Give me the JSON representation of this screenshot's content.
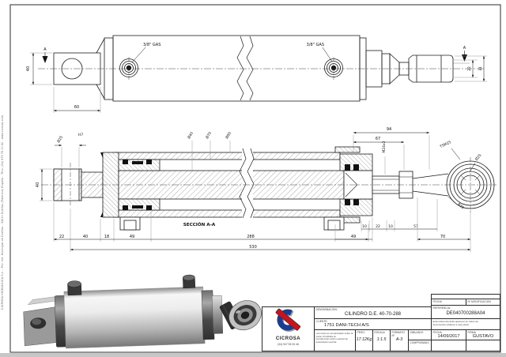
{
  "sheet": {
    "edge_note": "CICROSA HIDRAULICA S.L. - Pol. Ind. Municipal de Dueñas - 34210 Dueñas (Palencia) España - Tfno: (34) 979 76 10 62 - www.cicrosa.com"
  },
  "top_view": {
    "port_left": "3/8\" GAS",
    "port_right": "3/8\" GAS",
    "marker_left": "A",
    "marker_right": "A",
    "dims": {
      "d40": "40",
      "d60": "60",
      "d22": "22",
      "d31": "31"
    }
  },
  "section_view": {
    "label": "SECCIÓN A-A",
    "dims": {
      "pin_dia": "Ø25",
      "pin_fit": "H7",
      "eye_w": "40",
      "rod": "Ø40",
      "bore": "Ø70",
      "outer": "Ø80",
      "thread": "M24x2",
      "l94": "94",
      "l67": "67",
      "s10a": "10",
      "s22": "22",
      "s10b": "10",
      "s57": "57",
      "g49": "49",
      "g70": "70",
      "b22": "22",
      "b40": "40",
      "b18": "18",
      "b49": "49",
      "b288": "288",
      "total": "530",
      "rodend": "TSM25",
      "rodend_bore": "Ø25",
      "rodend_r": "R30"
    }
  },
  "title_block": {
    "logo_text": "CICROSA",
    "logo_phone": "(34) 947 55 33 46",
    "denomination_label": "DENOMINACION:",
    "denomination": "CILINDRO D.E. 40-70-288",
    "client_label": "CLIENTE:",
    "client": "1751  DANI-TECH A/S",
    "note_line1": "Las cotas se comprobarán sobre la pieza. Prohibida su",
    "note_line2": "reproducción total o parcial sin autorización escrita.",
    "weight_label": "PESO:",
    "weight": "17.12Kg",
    "scale_label": "ESCALA",
    "scale": "1:1.5",
    "format_label": "FORMATO Nº",
    "format": "A-3",
    "drawn_label": "DIBUJADO",
    "checked_label": "COMPROBADO",
    "header_fecha": "FECHA",
    "header_mod": "Nº MODIFICACION",
    "reference_label": "REFERENCIA:",
    "reference": "DE040700288A04",
    "ref_note1": "Esta referencia debe aparecer en todos los",
    "ref_note2": "documentos relativos a este plano.",
    "date_label": "FECHA",
    "date": "14/09/2017",
    "sign_label": "FIRMA",
    "signature": "GUSTAVO"
  }
}
